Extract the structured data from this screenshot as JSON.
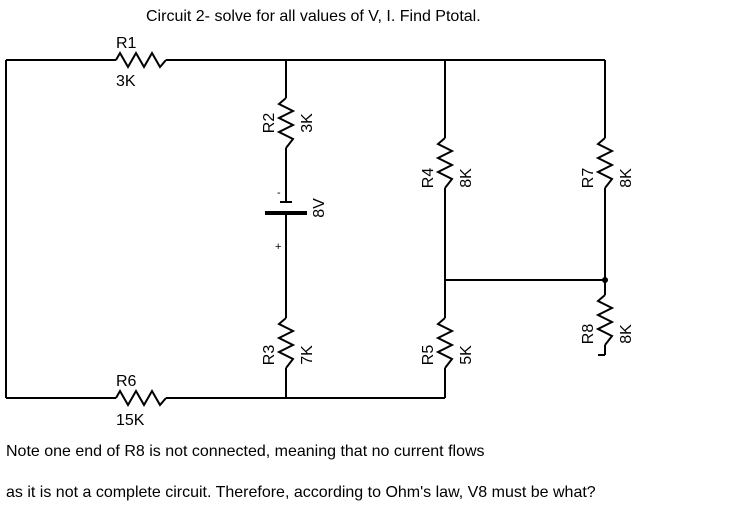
{
  "title": "Circuit 2- solve for all values of V, I.  Find Ptotal.",
  "components": {
    "r1": {
      "name": "R1",
      "value": "3K"
    },
    "r2": {
      "name": "R2",
      "value": "3K"
    },
    "r3": {
      "name": "R3",
      "value": "7K"
    },
    "r4": {
      "name": "R4",
      "value": "8K"
    },
    "r5": {
      "name": "R5",
      "value": "5K"
    },
    "r6": {
      "name": "R6",
      "value": "15K"
    },
    "r7": {
      "name": "R7",
      "value": "8K"
    },
    "r8": {
      "name": "R8",
      "value": "8K"
    },
    "battery": {
      "value": "8V",
      "neg": "-",
      "pos": "+"
    }
  },
  "notes": {
    "line1": "Note one end of R8 is not connected, meaning that no current flows",
    "line2": "as it is not a complete circuit.  Therefore, according to Ohm's law, V8 must be what?"
  }
}
